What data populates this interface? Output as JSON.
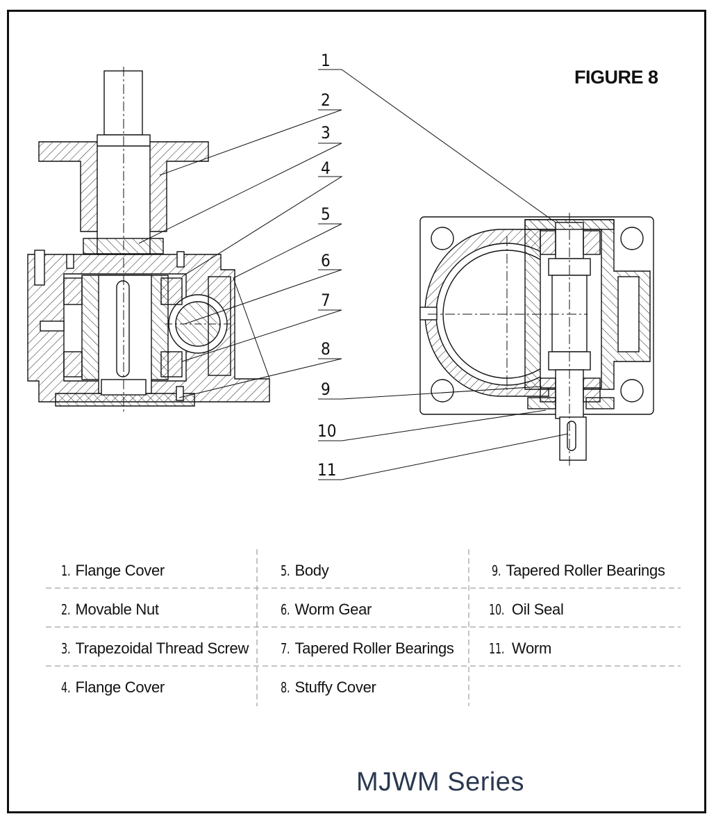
{
  "figure": {
    "title": "FIGURE 8"
  },
  "callouts": [
    "1",
    "2",
    "3",
    "4",
    "5",
    "6",
    "7",
    "8",
    "9",
    "10",
    "11"
  ],
  "parts": [
    {
      "num": "1.",
      "label": "Flange Cover"
    },
    {
      "num": "2.",
      "label": "Movable Nut"
    },
    {
      "num": "3.",
      "label": "Trapezoidal Thread Screw"
    },
    {
      "num": "4.",
      "label": "Flange Cover"
    },
    {
      "num": "5.",
      "label": "Body"
    },
    {
      "num": "6.",
      "label": "Worm Gear"
    },
    {
      "num": "7.",
      "label": "Tapered Roller Bearings"
    },
    {
      "num": "8.",
      "label": "Stuffy Cover"
    },
    {
      "num": "9.",
      "label": "Tapered Roller Bearings"
    },
    {
      "num": "10.",
      "label": "Oil Seal"
    },
    {
      "num": "11.",
      "label": "Worm"
    }
  ],
  "footer": {
    "series": "MJWM Series"
  },
  "colors": {
    "line": "#111111",
    "series_text": "#2a3850"
  }
}
